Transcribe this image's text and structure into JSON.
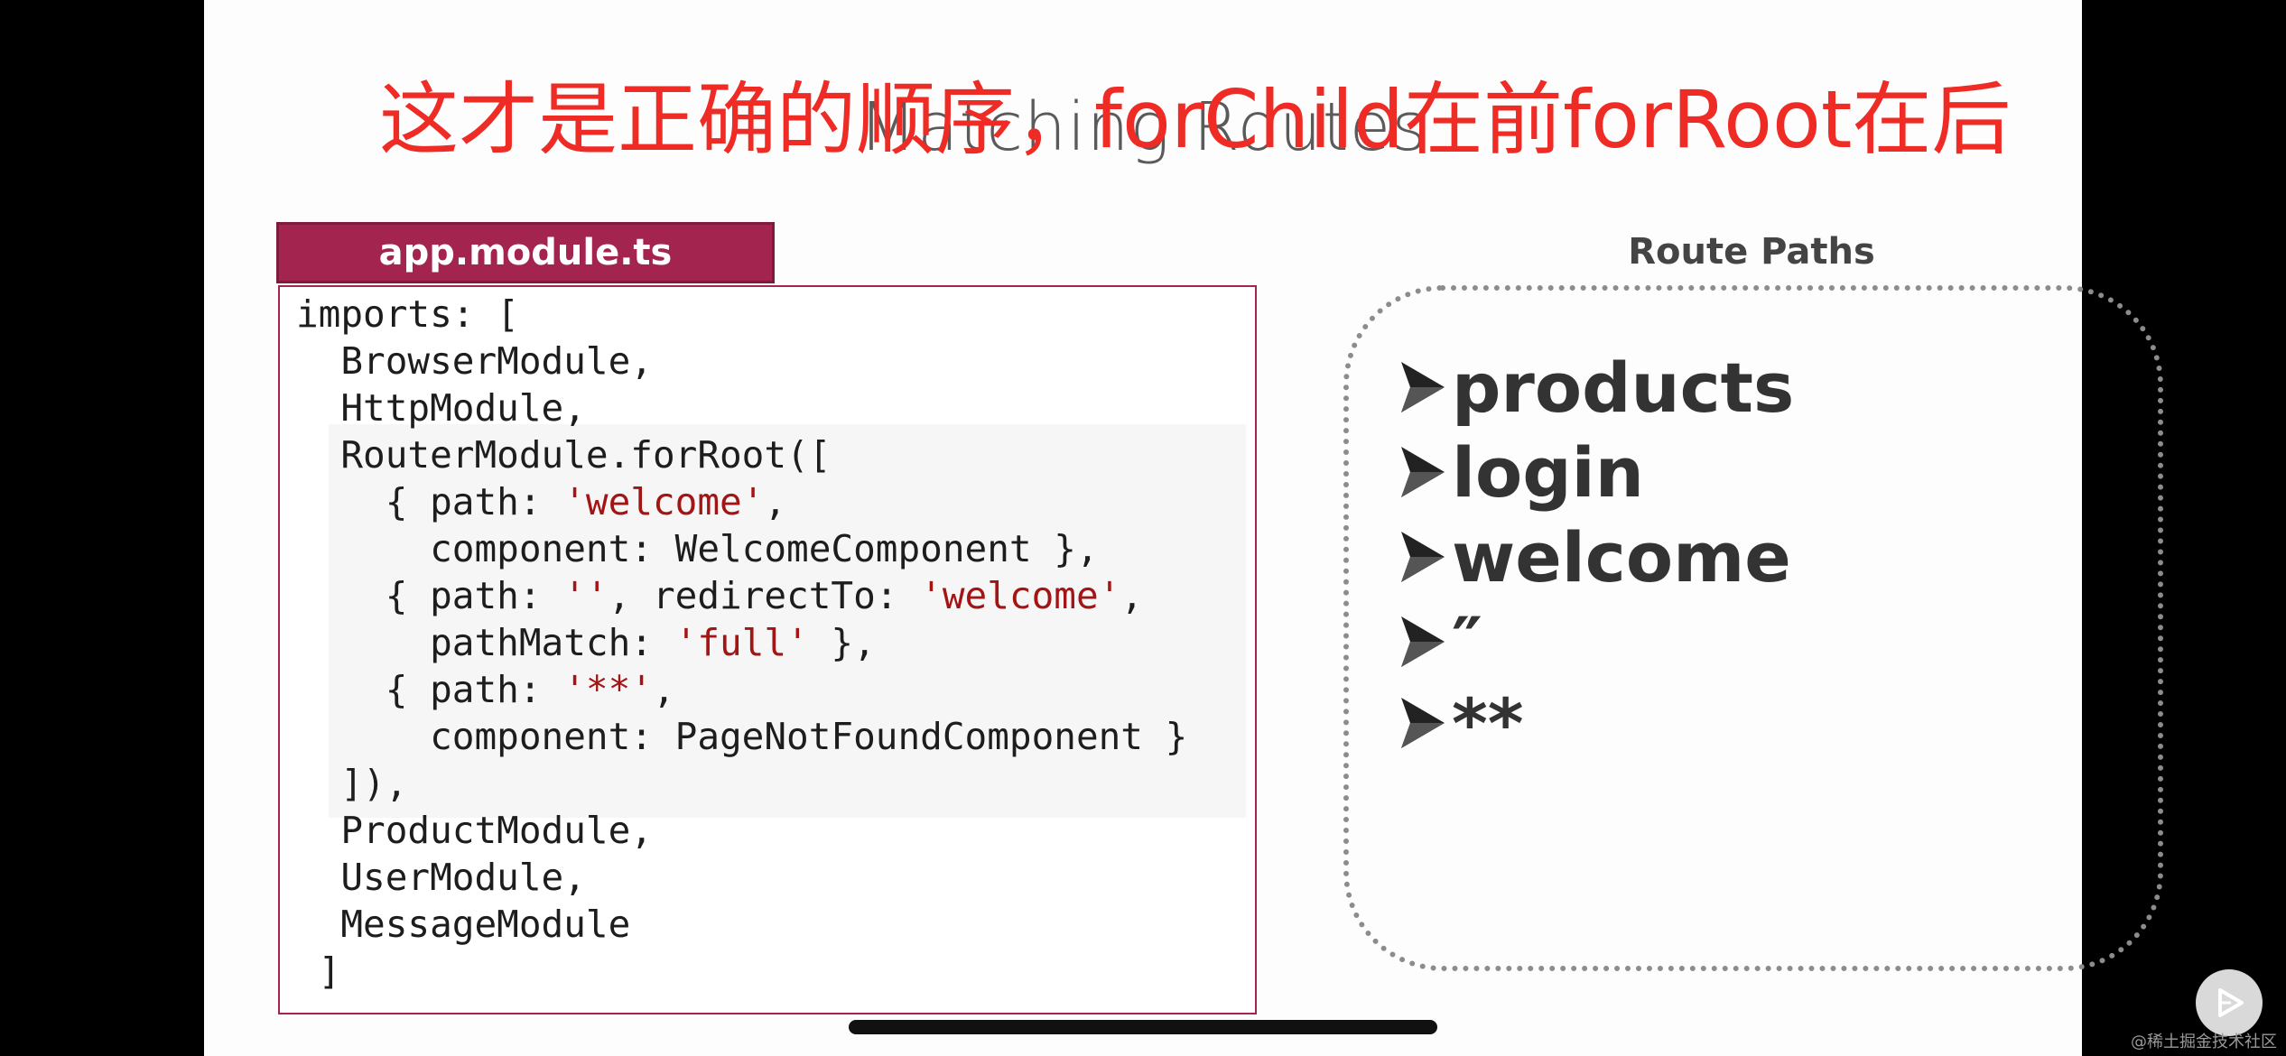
{
  "slide": {
    "title": "Matching Routes",
    "overlay_note": "这才是正确的顺序，forChild在前forRoot在后"
  },
  "code_panel": {
    "filename": "app.module.ts",
    "lines": [
      [
        {
          "t": "imports: ["
        }
      ],
      [
        {
          "t": "  BrowserModule,"
        }
      ],
      [
        {
          "t": "  HttpModule,"
        }
      ],
      [
        {
          "t": "  RouterModule.forRoot(["
        }
      ],
      [
        {
          "t": "    { path: "
        },
        {
          "t": "'welcome'",
          "s": true
        },
        {
          "t": ","
        }
      ],
      [
        {
          "t": "      component: WelcomeComponent },"
        }
      ],
      [
        {
          "t": "    { path: "
        },
        {
          "t": "''",
          "s": true
        },
        {
          "t": ", redirectTo: "
        },
        {
          "t": "'welcome'",
          "s": true
        },
        {
          "t": ","
        }
      ],
      [
        {
          "t": "      pathMatch: "
        },
        {
          "t": "'full'",
          "s": true
        },
        {
          "t": " },"
        }
      ],
      [
        {
          "t": "    { path: "
        },
        {
          "t": "'**'",
          "s": true
        },
        {
          "t": ","
        }
      ],
      [
        {
          "t": "      component: PageNotFoundComponent }"
        }
      ],
      [
        {
          "t": "  ]),"
        }
      ],
      [
        {
          "t": "  ProductModule,"
        }
      ],
      [
        {
          "t": "  UserModule,"
        }
      ],
      [
        {
          "t": "  MessageModule"
        }
      ],
      [
        {
          "t": " ]"
        }
      ]
    ]
  },
  "route_paths": {
    "label": "Route Paths",
    "items": [
      "products",
      "login",
      "welcome",
      "″",
      "**"
    ]
  },
  "icons": {
    "bullet": "arrowhead-bullet-icon",
    "player": "play-icon"
  },
  "colors": {
    "overlay_text": "#ee2b24",
    "file_tab": "#a2244f",
    "string_literal": "#a31515"
  },
  "watermark": "@稀土掘金技术社区"
}
